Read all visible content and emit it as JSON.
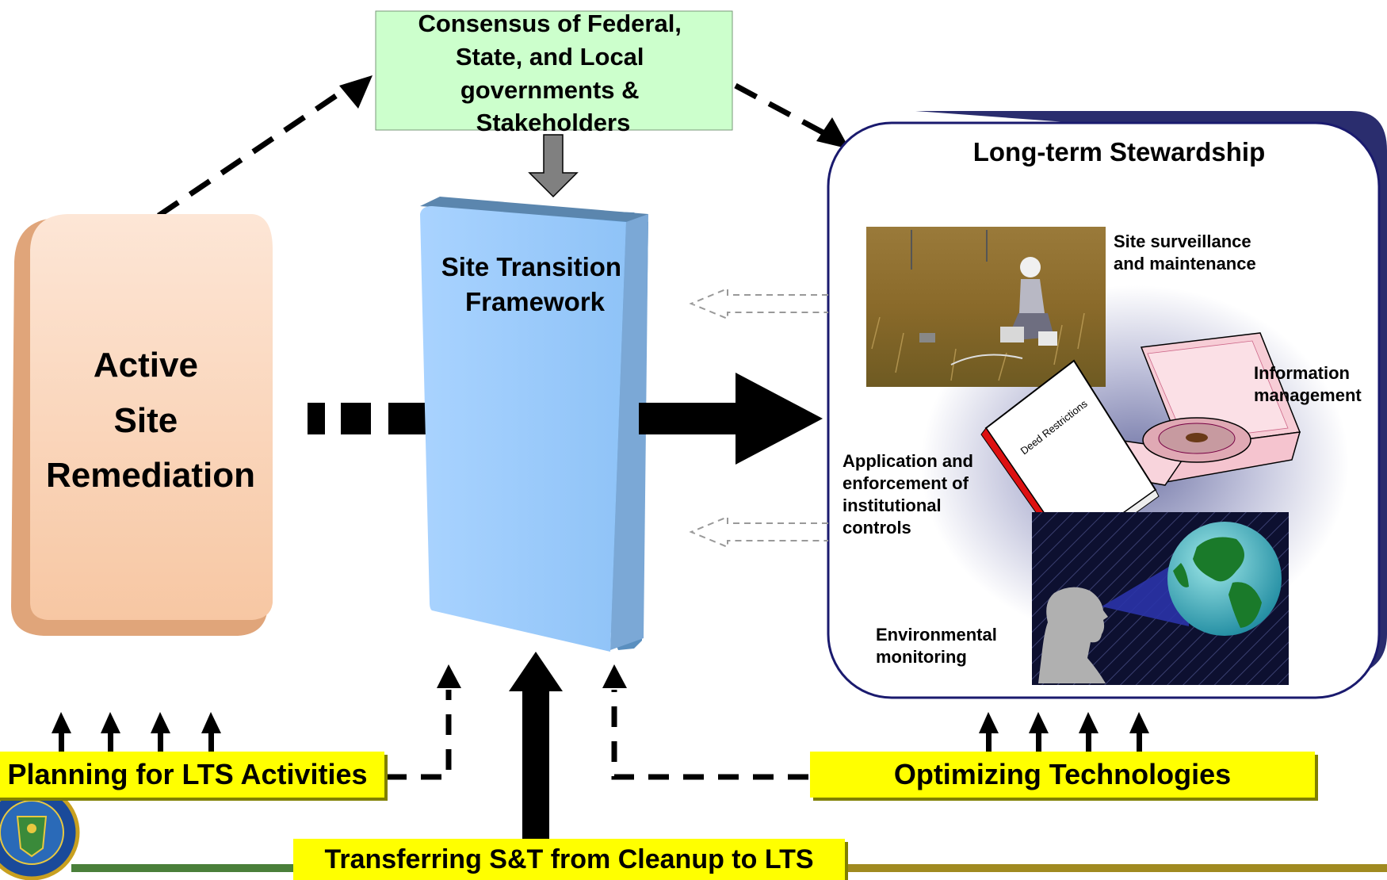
{
  "consensus_box": {
    "lines": [
      "Consensus of Federal,",
      "State, and Local",
      "governments &",
      "Stakeholders"
    ]
  },
  "active_site": {
    "lines": [
      "Active",
      "Site",
      "Remediation"
    ]
  },
  "transition": {
    "lines": [
      "Site Transition",
      "Framework"
    ]
  },
  "lts_panel": {
    "title": "Long-term Stewardship",
    "surveillance": [
      "Site surveillance",
      "and maintenance"
    ],
    "information": [
      "Information",
      "management"
    ],
    "institutional": [
      "Application and",
      "enforcement of",
      "institutional",
      "controls"
    ],
    "environmental": [
      "Environmental",
      "monitoring"
    ],
    "book_title": "Deed Restrictions"
  },
  "bottom_boxes": {
    "planning": "Planning for LTS Activities",
    "optimizing": "Optimizing Technologies",
    "transferring": "Transferring S&T from Cleanup to LTS"
  },
  "colors": {
    "consensus_fill": "#ccffcc",
    "active_fill": "#fbd2b4",
    "transition_fill": "#99ccff",
    "lts_border": "#1a1a6e",
    "yellow": "#ffff00",
    "footer_green": "#4a7f3a",
    "footer_gold": "#a08a20"
  },
  "icons": [
    "doe-seal-icon",
    "surveillance-photo",
    "open-cd-case-icon",
    "deed-book-icon",
    "globe-icon",
    "head-silhouette-icon"
  ]
}
